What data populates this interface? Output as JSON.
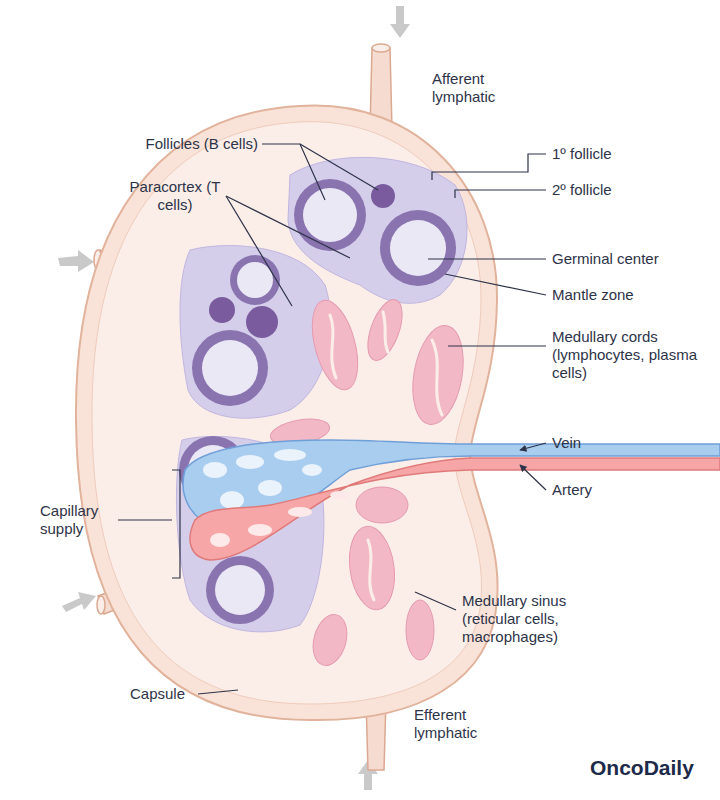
{
  "diagram": {
    "labels": [
      "Afferent lymphatic",
      "Follicles (B cells)",
      "Paracortex (T cells)",
      "1º follicle",
      "2º follicle",
      "Germinal center",
      "Mantle zone",
      "Medullary cords (lymphocytes, plasma cells)",
      "Vein",
      "Artery",
      "Capillary supply",
      "Medullary sinus (reticular cells, macrophages)",
      "Capsule",
      "Efferent lymphatic",
      "OncoDaily"
    ]
  }
}
